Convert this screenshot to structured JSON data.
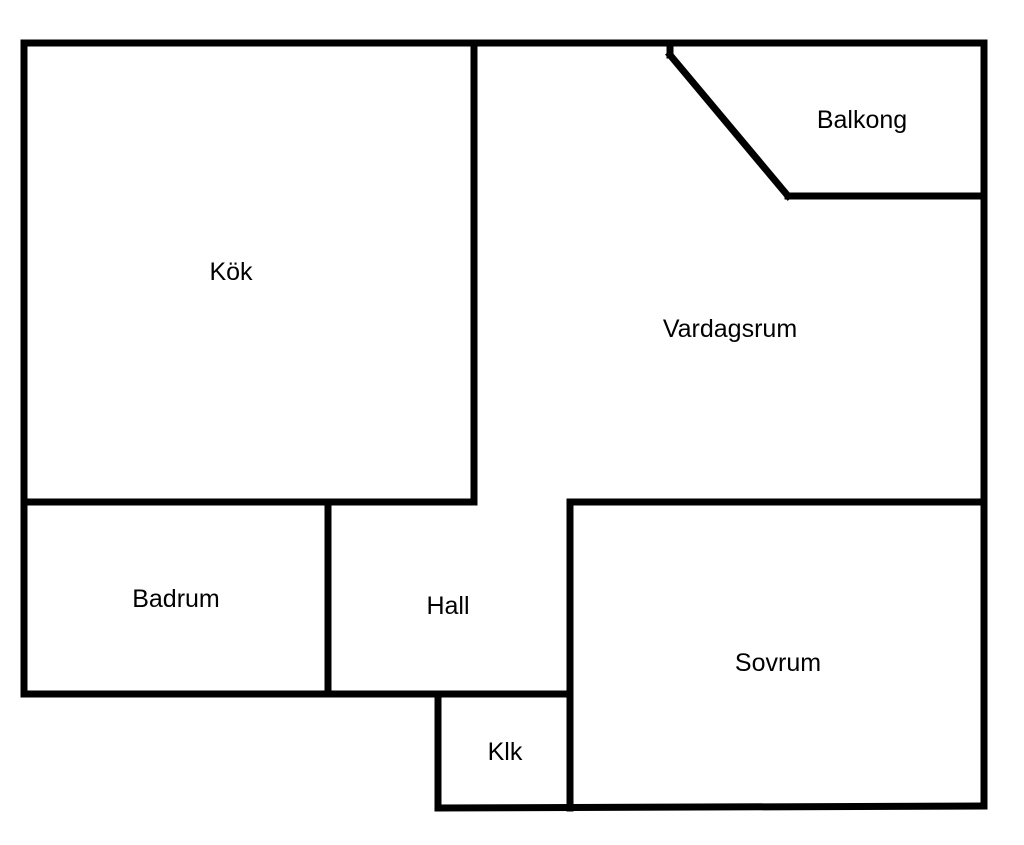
{
  "colors": {
    "wall": "#000000",
    "background": "#ffffff"
  },
  "rooms": [
    {
      "id": "kok",
      "label": "Kök"
    },
    {
      "id": "vardagsrum",
      "label": "Vardagsrum"
    },
    {
      "id": "balkong",
      "label": "Balkong"
    },
    {
      "id": "badrum",
      "label": "Badrum"
    },
    {
      "id": "hall",
      "label": "Hall"
    },
    {
      "id": "sovrum",
      "label": "Sovrum"
    },
    {
      "id": "klk",
      "label": "Klk"
    }
  ]
}
